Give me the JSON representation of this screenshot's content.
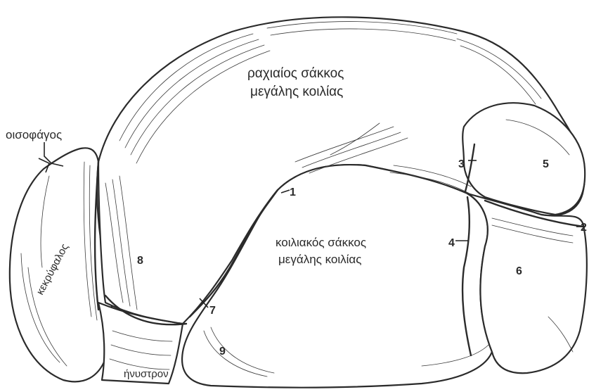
{
  "labels": {
    "dorsal_sac": [
      "ραχιαίος σάκκος",
      "μεγάλης κοιλίας"
    ],
    "ventral_sac": [
      "κοιλιακός σάκκος",
      "μεγάλης κοιλίας"
    ],
    "esophagus": "οισοφάγος",
    "reticulum": "κεκρύφαλος",
    "omasum": "ήνυστρον"
  },
  "numbers": {
    "n1": "1",
    "n2": "2",
    "n3": "3",
    "n4": "4",
    "n5": "5",
    "n6": "6",
    "n7": "7",
    "n8": "8",
    "n9": "9"
  }
}
